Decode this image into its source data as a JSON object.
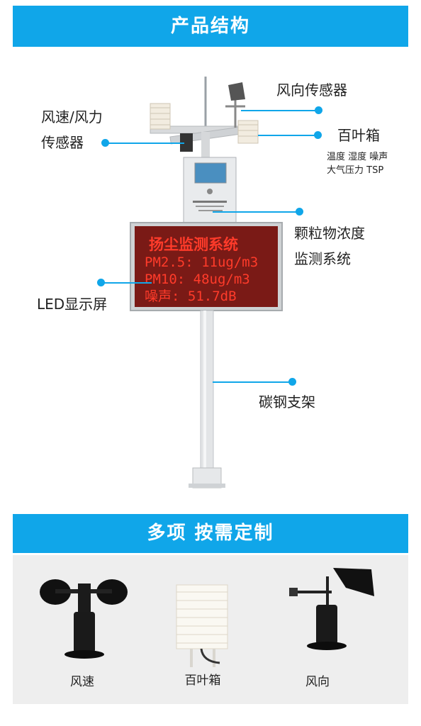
{
  "section1": {
    "title": "产品结构"
  },
  "labels": {
    "wind_direction": "风向传感器",
    "wind_speed_line1": "风速/风力",
    "wind_speed_line2": "传感器",
    "louver_box": "百叶箱",
    "louver_sub1": "温度 湿度 噪声",
    "louver_sub2": "大气压力 TSP",
    "monitor_line1": "颗粒物浓度",
    "monitor_line2": "监测系统",
    "led_screen": "LED显示屏",
    "bracket": "碳钢支架"
  },
  "led_display": {
    "row1": "扬尘监测系统",
    "row2": "PM2.5: 11ug/m3",
    "row3": "PM10:  48ug/m3",
    "row4": "噪声:  51.7dB"
  },
  "section2": {
    "title": "多项 按需定制"
  },
  "products": [
    {
      "name": "风速"
    },
    {
      "name": "百叶箱"
    },
    {
      "name": "风向"
    }
  ],
  "colors": {
    "accent": "#10a6e9",
    "led_text": "#ff3b2a",
    "led_bg": "#7a1a16"
  }
}
